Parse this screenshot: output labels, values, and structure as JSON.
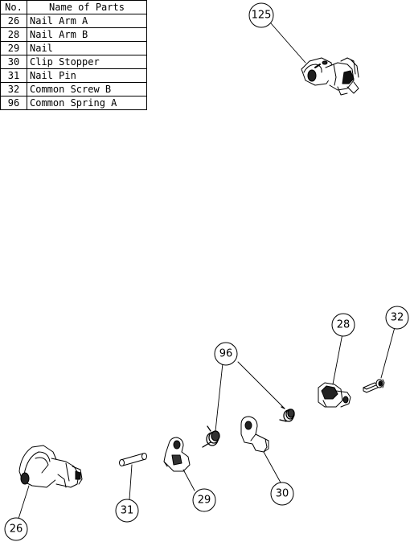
{
  "parts_table": {
    "header_no": "No.",
    "header_name": "Name of Parts",
    "rows": [
      {
        "no": "26",
        "name": "Nail Arm A"
      },
      {
        "no": "28",
        "name": "Nail Arm B"
      },
      {
        "no": "29",
        "name": "Nail"
      },
      {
        "no": "30",
        "name": "Clip Stopper"
      },
      {
        "no": "31",
        "name": "Nail Pin"
      },
      {
        "no": "32",
        "name": "Common Screw B"
      },
      {
        "no": "96",
        "name": "Common Spring A"
      }
    ]
  },
  "callouts": {
    "assembly": "125",
    "nail_arm_a": "26",
    "nail_arm_b": "28",
    "nail": "29",
    "clip_stopper": "30",
    "nail_pin": "31",
    "common_screw_b": "32",
    "common_spring_a": "96"
  }
}
